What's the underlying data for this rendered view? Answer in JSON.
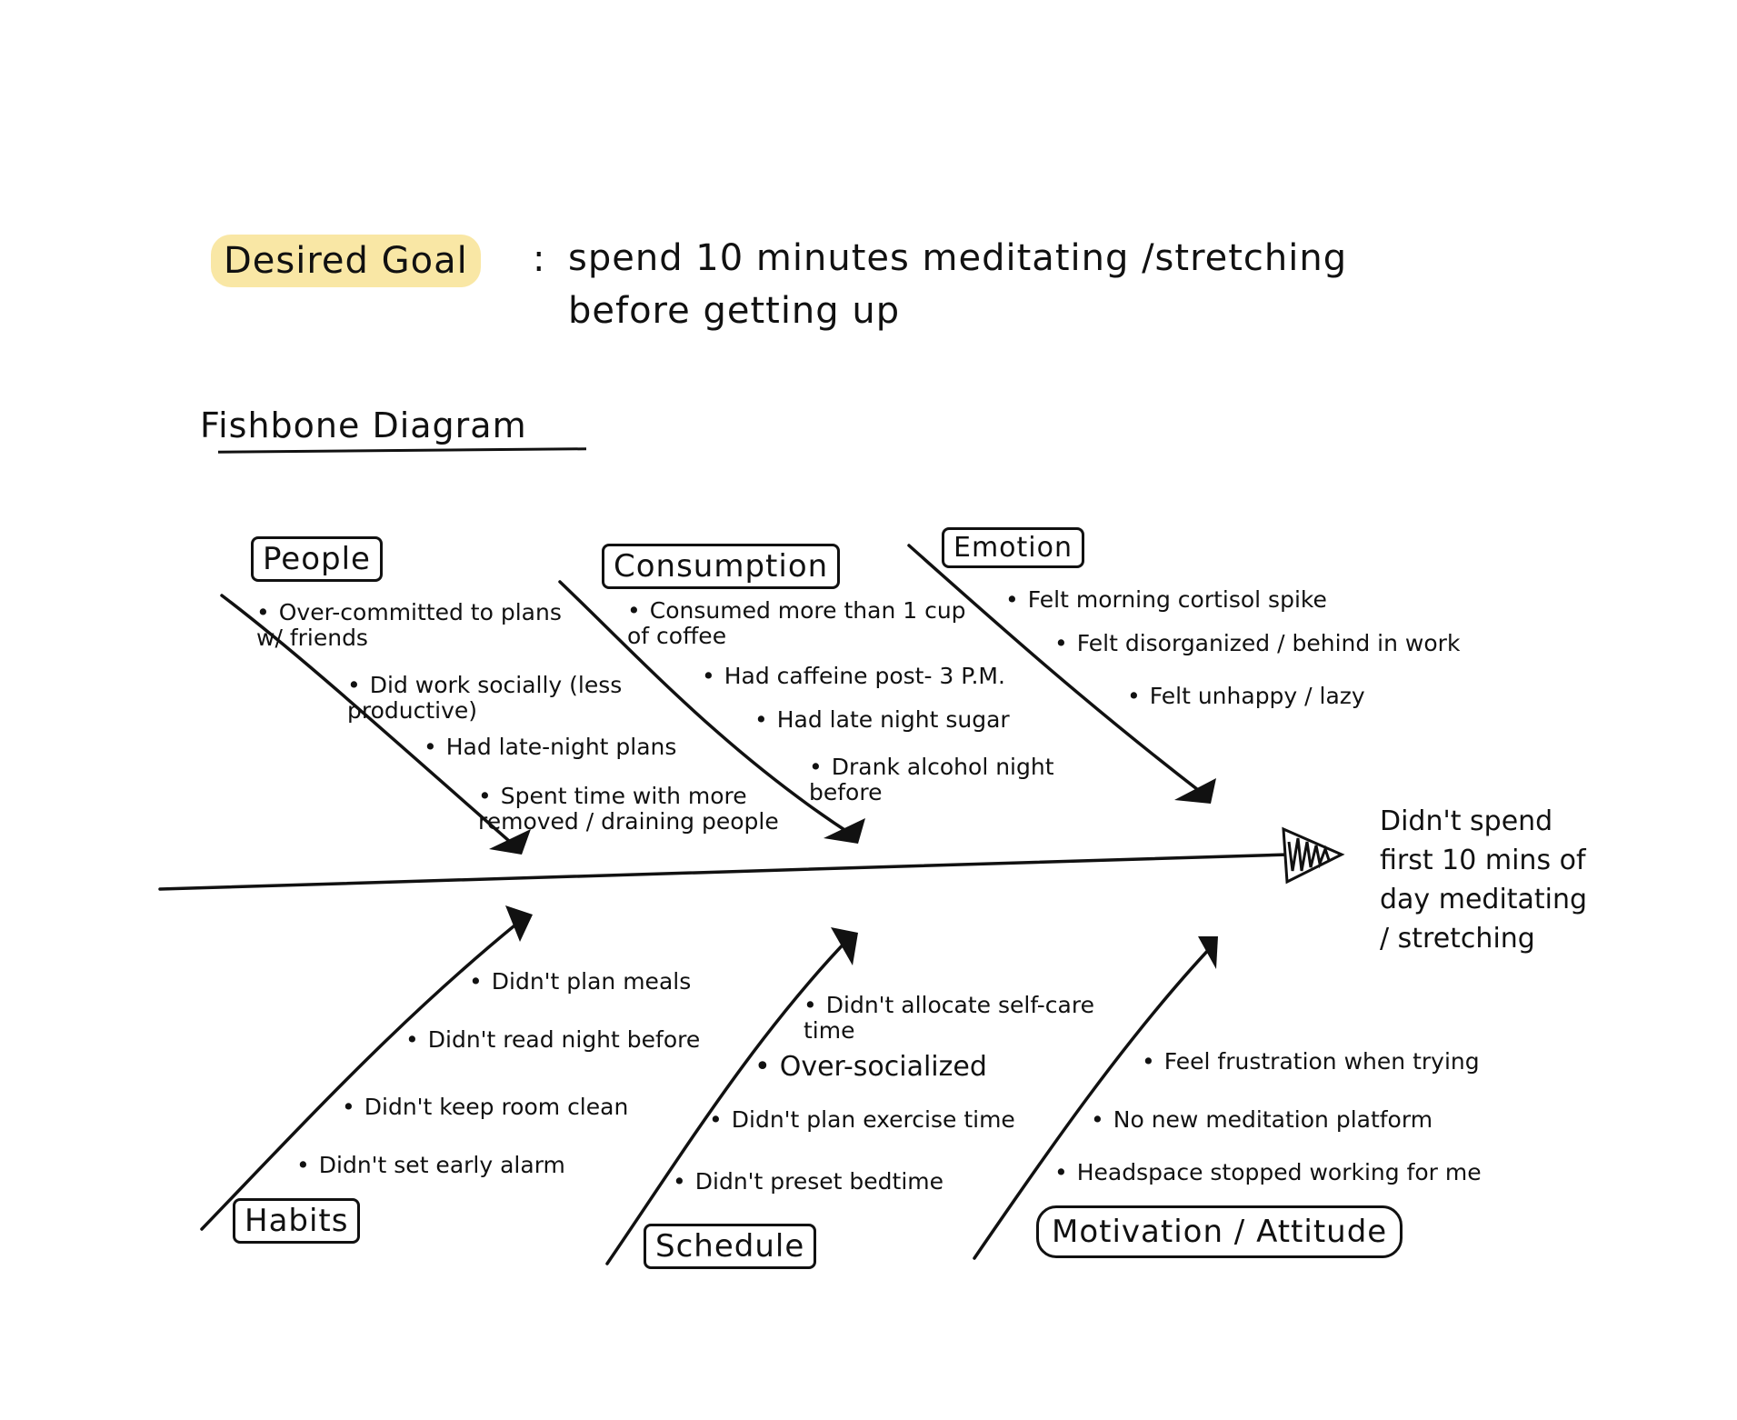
{
  "goal": {
    "label": "Desired Goal",
    "separator": ":",
    "text": "spend 10 minutes meditating /stretching before getting up",
    "highlight_color": "#f9e7a5"
  },
  "diagram": {
    "title": "Fishbone Diagram",
    "effect": "Didn't spend first 10 mins of day meditating / stretching",
    "categories": {
      "people": {
        "label": "People",
        "items": [
          "Over-committed to plans w/ friends",
          "Did work socially (less productive)",
          "Had late-night plans",
          "Spent time with more removed / draining people"
        ]
      },
      "consumption": {
        "label": "Consumption",
        "items": [
          "Consumed more than 1 cup of coffee",
          "Had caffeine post- 3 P.M.",
          "Had late night sugar",
          "Drank alcohol night before"
        ]
      },
      "emotion": {
        "label": "Emotion",
        "items": [
          "Felt morning cortisol spike",
          "Felt disorganized / behind in work",
          "Felt unhappy / lazy"
        ]
      },
      "habits": {
        "label": "Habits",
        "items": [
          "Didn't plan meals",
          "Didn't read night before",
          "Didn't keep room clean",
          "Didn't set early alarm"
        ]
      },
      "schedule": {
        "label": "Schedule",
        "items": [
          "Didn't allocate self-care time",
          "Over-socialized",
          "Didn't plan exercise time",
          "Didn't preset bedtime"
        ]
      },
      "motivation": {
        "label": "Motivation / Attitude",
        "items": [
          "Feel frustration when trying",
          "No new meditation platform",
          "Headspace stopped working for me"
        ]
      }
    }
  }
}
